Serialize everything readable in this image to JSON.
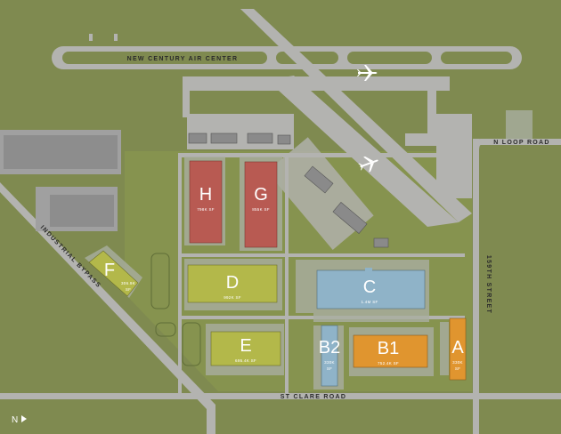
{
  "labels": {
    "airport": "NEW CENTURY AIR CENTER",
    "n_loop_road": "N LOOP ROAD",
    "street_159": "159TH STREET",
    "industrial_bypass": "INDUSTRIAL BYPASS",
    "st_clare_road": "ST CLARE ROAD",
    "north": "N"
  },
  "colors": {
    "background": "#7f8a50",
    "road": "#b3b3b0",
    "red_buildings": "#b85a52",
    "olive_buildings": "#b3b84a",
    "blue_buildings": "#8fb3c8",
    "orange_buildings": "#e0952f"
  },
  "buildings": {
    "H": {
      "name": "H",
      "size": "798K SF"
    },
    "G": {
      "name": "G",
      "size": "855K SF"
    },
    "D": {
      "name": "D",
      "size": "992K SF"
    },
    "E": {
      "name": "E",
      "size": "695.4K SF"
    },
    "F": {
      "name": "F",
      "size_line1": "306.9K",
      "size_line2": "SF"
    },
    "C": {
      "name": "C",
      "size": "1.4M SF"
    },
    "B2": {
      "name": "B2",
      "size_line1": "330K",
      "size_line2": "SF"
    },
    "B1": {
      "name": "B1",
      "size": "752.4K SF"
    },
    "A": {
      "name": "A",
      "size_line1": "330K",
      "size_line2": "SF"
    }
  },
  "icons": [
    "airplane-icon",
    "airplane-icon",
    "north-arrow-icon"
  ]
}
